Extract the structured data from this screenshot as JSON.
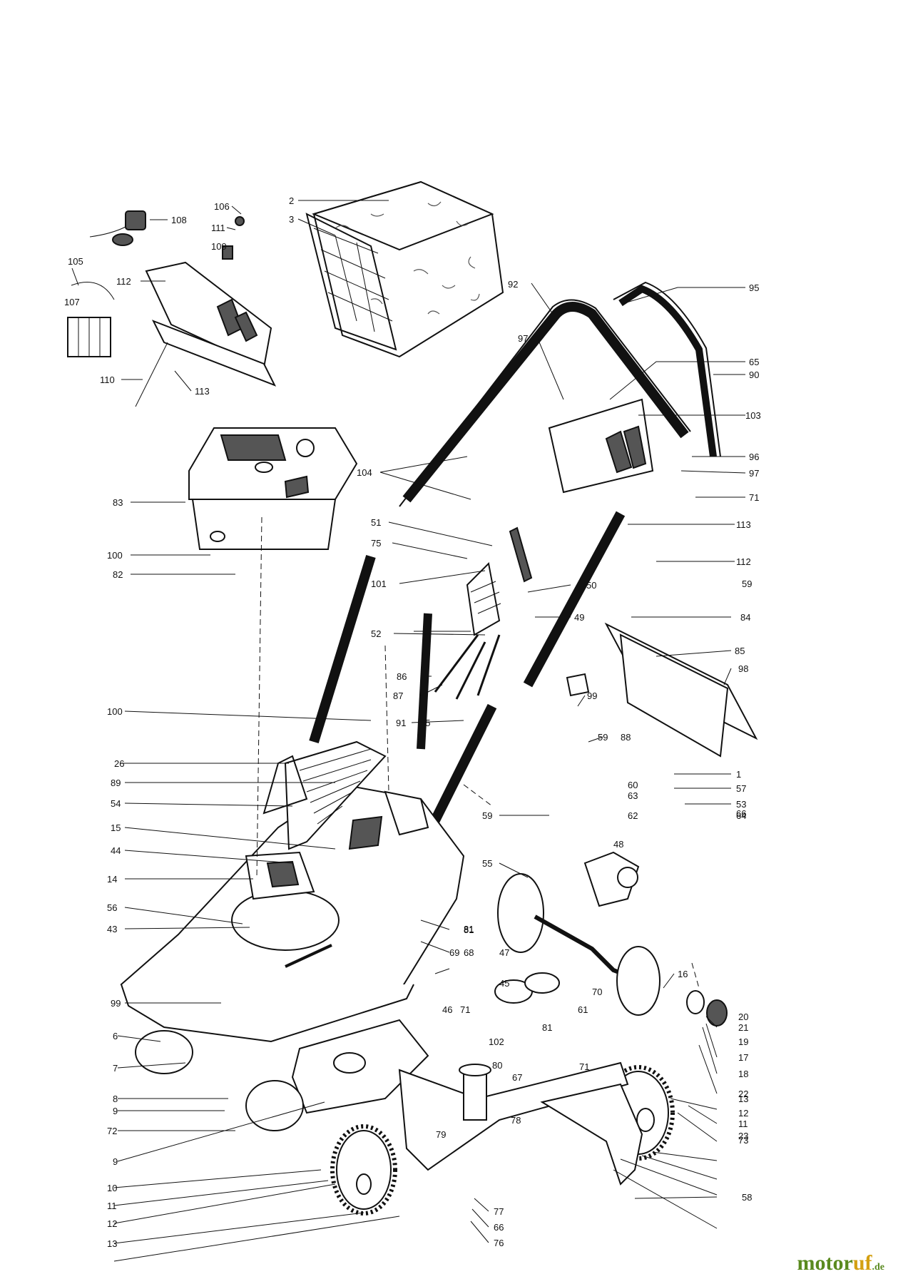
{
  "watermark": {
    "main_green": "motor",
    "main_yellow": "uf",
    "suffix": ".de",
    "color_green": "#5a8a1f",
    "color_yellow": "#d4a012"
  },
  "callouts": [
    {
      "id": "c2",
      "text": "2"
    },
    {
      "id": "c3",
      "text": "3"
    },
    {
      "id": "c106",
      "text": "106"
    },
    {
      "id": "c108",
      "text": "108"
    },
    {
      "id": "c111",
      "text": "111"
    },
    {
      "id": "c109",
      "text": "109"
    },
    {
      "id": "c105",
      "text": "105"
    },
    {
      "id": "c112a",
      "text": "112"
    },
    {
      "id": "c107",
      "text": "107"
    },
    {
      "id": "c110",
      "text": "110"
    },
    {
      "id": "c113a",
      "text": "113"
    },
    {
      "id": "c92",
      "text": "92"
    },
    {
      "id": "c95",
      "text": "95"
    },
    {
      "id": "c97a",
      "text": "97"
    },
    {
      "id": "c65",
      "text": "65"
    },
    {
      "id": "c90",
      "text": "90"
    },
    {
      "id": "c103",
      "text": "103"
    },
    {
      "id": "c96",
      "text": "96"
    },
    {
      "id": "c97b",
      "text": "97"
    },
    {
      "id": "c71a",
      "text": "71"
    },
    {
      "id": "c104",
      "text": "104"
    },
    {
      "id": "c83",
      "text": "83"
    },
    {
      "id": "c113b",
      "text": "113"
    },
    {
      "id": "c51",
      "text": "51"
    },
    {
      "id": "c75",
      "text": "75"
    },
    {
      "id": "c100a",
      "text": "100"
    },
    {
      "id": "c82",
      "text": "82"
    },
    {
      "id": "c112b",
      "text": "112"
    },
    {
      "id": "c59a",
      "text": "59"
    },
    {
      "id": "c101",
      "text": "101"
    },
    {
      "id": "c50",
      "text": "50"
    },
    {
      "id": "c52",
      "text": "52"
    },
    {
      "id": "c49",
      "text": "49"
    },
    {
      "id": "c84",
      "text": "84"
    },
    {
      "id": "c85",
      "text": "85"
    },
    {
      "id": "c98",
      "text": "98"
    },
    {
      "id": "c86",
      "text": "86"
    },
    {
      "id": "c87",
      "text": "87"
    },
    {
      "id": "c99a",
      "text": "99"
    },
    {
      "id": "c100b",
      "text": "100"
    },
    {
      "id": "c91",
      "text": "91"
    },
    {
      "id": "c59b",
      "text": "59"
    },
    {
      "id": "c88",
      "text": "88"
    },
    {
      "id": "c26",
      "text": "26"
    },
    {
      "id": "c25",
      "text": "25"
    },
    {
      "id": "c1",
      "text": "1"
    },
    {
      "id": "c89",
      "text": "89"
    },
    {
      "id": "c57",
      "text": "57"
    },
    {
      "id": "c60",
      "text": "60"
    },
    {
      "id": "c53",
      "text": "53"
    },
    {
      "id": "c63",
      "text": "63"
    },
    {
      "id": "c66a",
      "text": "66"
    },
    {
      "id": "c62",
      "text": "62"
    },
    {
      "id": "c64",
      "text": "64"
    },
    {
      "id": "c54",
      "text": "54"
    },
    {
      "id": "c59c",
      "text": "59"
    },
    {
      "id": "c15",
      "text": "15"
    },
    {
      "id": "c48",
      "text": "48"
    },
    {
      "id": "c44",
      "text": "44"
    },
    {
      "id": "c55",
      "text": "55"
    },
    {
      "id": "c14",
      "text": "14"
    },
    {
      "id": "c56",
      "text": "56"
    },
    {
      "id": "c43",
      "text": "43"
    },
    {
      "id": "c81a",
      "text": "81"
    },
    {
      "id": "c81b",
      "text": "81"
    },
    {
      "id": "c47",
      "text": "47"
    },
    {
      "id": "c69",
      "text": "69"
    },
    {
      "id": "c68",
      "text": "68"
    },
    {
      "id": "c16",
      "text": "16"
    },
    {
      "id": "c45",
      "text": "45"
    },
    {
      "id": "c70",
      "text": "70"
    },
    {
      "id": "c99b",
      "text": "99"
    },
    {
      "id": "c61",
      "text": "61"
    },
    {
      "id": "c46",
      "text": "46"
    },
    {
      "id": "c20",
      "text": "20"
    },
    {
      "id": "c71b",
      "text": "71"
    },
    {
      "id": "c21",
      "text": "21"
    },
    {
      "id": "c81c",
      "text": "81"
    },
    {
      "id": "c19",
      "text": "19"
    },
    {
      "id": "c6",
      "text": "6"
    },
    {
      "id": "c102",
      "text": "102"
    },
    {
      "id": "c17",
      "text": "17"
    },
    {
      "id": "c7",
      "text": "7"
    },
    {
      "id": "c80",
      "text": "80"
    },
    {
      "id": "c71c",
      "text": "71"
    },
    {
      "id": "c18",
      "text": "18"
    },
    {
      "id": "c67",
      "text": "67"
    },
    {
      "id": "c22",
      "text": "22"
    },
    {
      "id": "c8",
      "text": "8"
    },
    {
      "id": "c13a",
      "text": "13"
    },
    {
      "id": "c9a",
      "text": "9"
    },
    {
      "id": "c12a",
      "text": "12"
    },
    {
      "id": "c78",
      "text": "78"
    },
    {
      "id": "c11a",
      "text": "11"
    },
    {
      "id": "c72",
      "text": "72"
    },
    {
      "id": "c79",
      "text": "79"
    },
    {
      "id": "c23",
      "text": "23"
    },
    {
      "id": "c9b",
      "text": "9"
    },
    {
      "id": "c73",
      "text": "73"
    },
    {
      "id": "c10",
      "text": "10"
    },
    {
      "id": "c11b",
      "text": "11"
    },
    {
      "id": "c77",
      "text": "77"
    },
    {
      "id": "c12b",
      "text": "12"
    },
    {
      "id": "c58",
      "text": "58"
    },
    {
      "id": "c66b",
      "text": "66"
    },
    {
      "id": "c13b",
      "text": "13"
    },
    {
      "id": "c76",
      "text": "76"
    }
  ]
}
